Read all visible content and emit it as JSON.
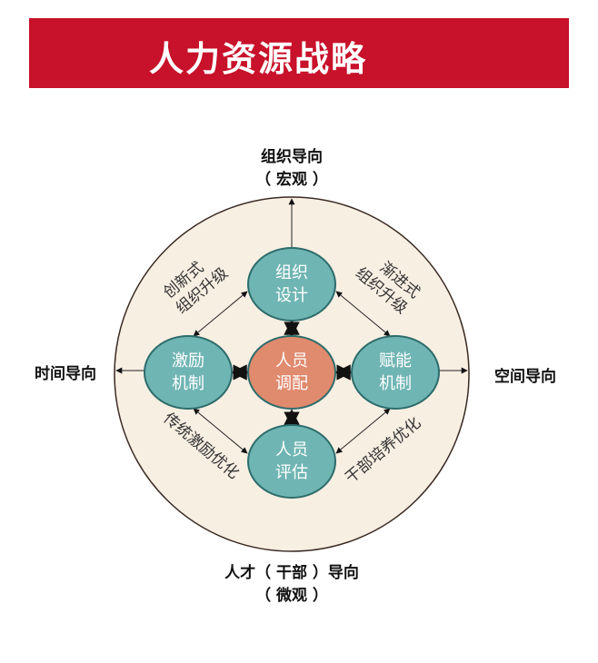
{
  "title": "人力资源战略",
  "colors": {
    "banner": "#c8112a",
    "circle_fill": "#f8efe3",
    "node_fill": "#6fb5b3",
    "node_border": "#2d6c6b",
    "center_fill": "#e08a6e"
  },
  "axes": {
    "top": [
      "组织导向",
      "（ 宏观 ）"
    ],
    "bottom": [
      "人才（ 干部 ）导向",
      "（ 微观 ）"
    ],
    "left": "时间导向",
    "right": "空间导向"
  },
  "nodes": {
    "top": [
      "组织",
      "设计"
    ],
    "left": [
      "激励",
      "机制"
    ],
    "right": [
      "赋能",
      "机制"
    ],
    "bottom": [
      "人员",
      "评估"
    ],
    "center": [
      "人员",
      "调配"
    ]
  },
  "edges": {
    "top_left": [
      "创新式",
      "组织升级"
    ],
    "top_right": [
      "渐进式",
      "组织升级"
    ],
    "bottom_left": "传统激励优化",
    "bottom_right": "干部培养优化"
  }
}
